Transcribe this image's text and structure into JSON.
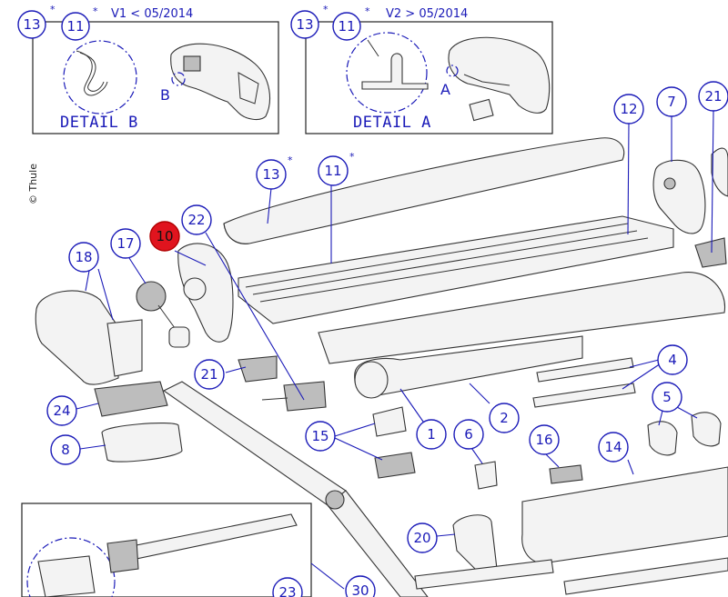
{
  "copyright": "© Thule",
  "detail_b": {
    "badge_main": "13",
    "badge_sub": "11",
    "star_main": "*",
    "star_sub": "*",
    "version": "V1 < 05/2014",
    "label": "DETAIL B",
    "letter": "B"
  },
  "detail_a": {
    "badge_main": "13",
    "badge_sub": "11",
    "star_main": "*",
    "star_sub": "*",
    "version": "V2 > 05/2014",
    "label": "DETAIL A",
    "letter": "A"
  },
  "callouts": [
    {
      "id": "c13",
      "label": "13",
      "star": "*"
    },
    {
      "id": "c11",
      "label": "11",
      "star": "*"
    },
    {
      "id": "c12",
      "label": "12",
      "star": ""
    },
    {
      "id": "c7",
      "label": "7",
      "star": ""
    },
    {
      "id": "c21a",
      "label": "21",
      "star": ""
    },
    {
      "id": "c22",
      "label": "22",
      "star": ""
    },
    {
      "id": "c10",
      "label": "10",
      "star": ""
    },
    {
      "id": "c17",
      "label": "17",
      "star": ""
    },
    {
      "id": "c18",
      "label": "18",
      "star": ""
    },
    {
      "id": "c21b",
      "label": "21",
      "star": ""
    },
    {
      "id": "c24",
      "label": "24",
      "star": ""
    },
    {
      "id": "c8",
      "label": "8",
      "star": ""
    },
    {
      "id": "c15",
      "label": "15",
      "star": ""
    },
    {
      "id": "c1",
      "label": "1",
      "star": ""
    },
    {
      "id": "c2",
      "label": "2",
      "star": ""
    },
    {
      "id": "c4",
      "label": "4",
      "star": ""
    },
    {
      "id": "c5",
      "label": "5",
      "star": ""
    },
    {
      "id": "c6",
      "label": "6",
      "star": ""
    },
    {
      "id": "c16",
      "label": "16",
      "star": ""
    },
    {
      "id": "c14",
      "label": "14",
      "star": ""
    },
    {
      "id": "c20",
      "label": "20",
      "star": ""
    },
    {
      "id": "c30",
      "label": "30",
      "star": ""
    },
    {
      "id": "c23",
      "label": "23",
      "star": ""
    }
  ],
  "colors": {
    "callout": "#1a1ab8",
    "highlight": "#e0141e",
    "line": "#333333"
  }
}
